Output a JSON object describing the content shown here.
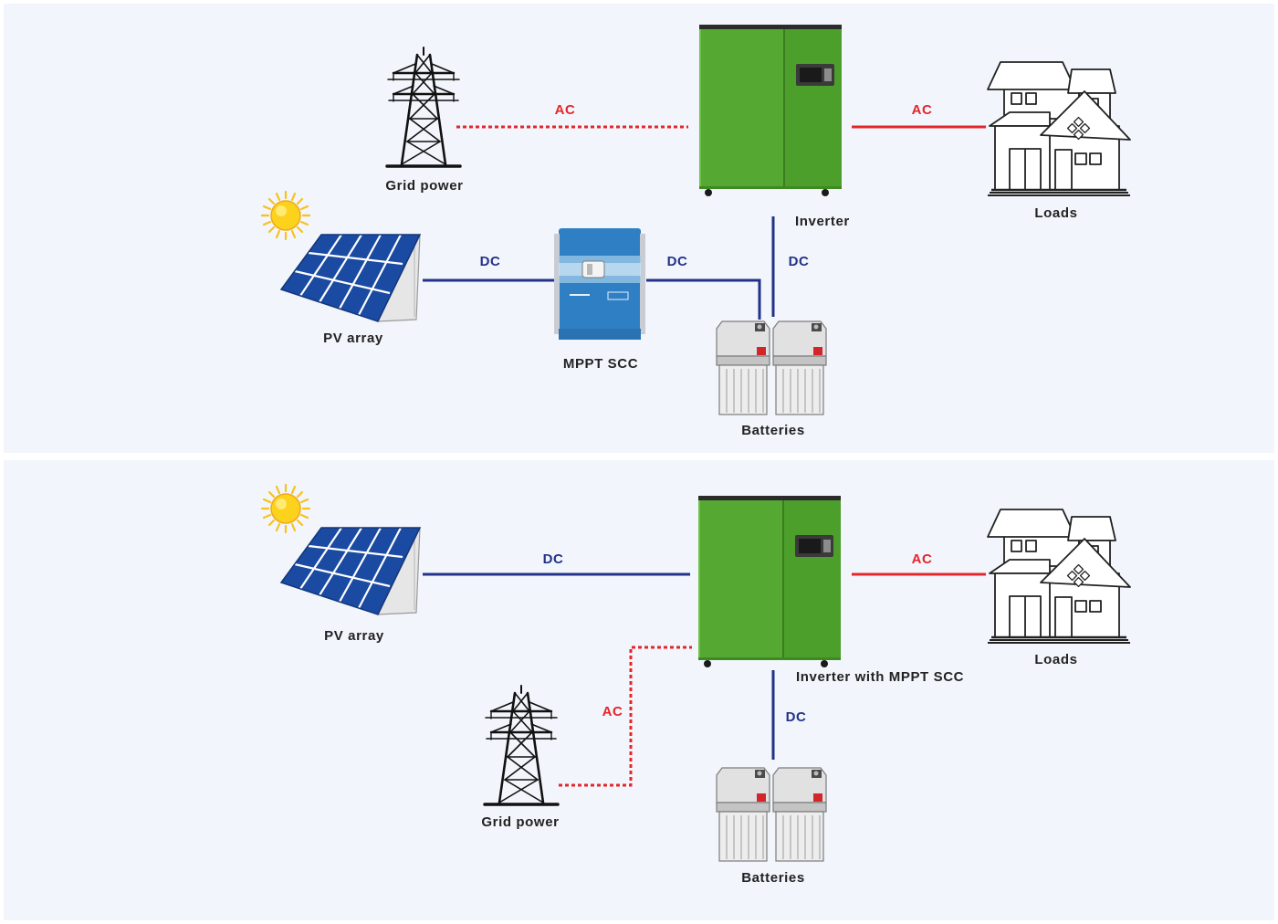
{
  "colors": {
    "ac": "#e3262b",
    "dc": "#22328a",
    "inverter_green": "#55a932",
    "scc_blue": "#2f7fc4",
    "panel_background": "#f2f5fb"
  },
  "icons": [
    "sun-icon",
    "solar-panel-icon",
    "transmission-tower-icon",
    "inverter-icon",
    "charge-controller-icon",
    "battery-icon",
    "house-icon"
  ],
  "top_diagram": {
    "grid_label": "Grid power",
    "inverter_label": "Inverter",
    "loads_label": "Loads",
    "pv_label": "PV array",
    "scc_label": "MPPT SCC",
    "batteries_label": "Batteries",
    "link_grid_inverter": "AC",
    "link_inverter_loads": "AC",
    "link_pv_scc": "DC",
    "link_scc_batteries": "DC",
    "link_inverter_batteries": "DC"
  },
  "bottom_diagram": {
    "pv_label": "PV array",
    "inverter_label": "Inverter with MPPT SCC",
    "loads_label": "Loads",
    "grid_label": "Grid power",
    "batteries_label": "Batteries",
    "link_pv_inverter": "DC",
    "link_inverter_loads": "AC",
    "link_grid_inverter": "AC",
    "link_inverter_batteries": "DC"
  }
}
